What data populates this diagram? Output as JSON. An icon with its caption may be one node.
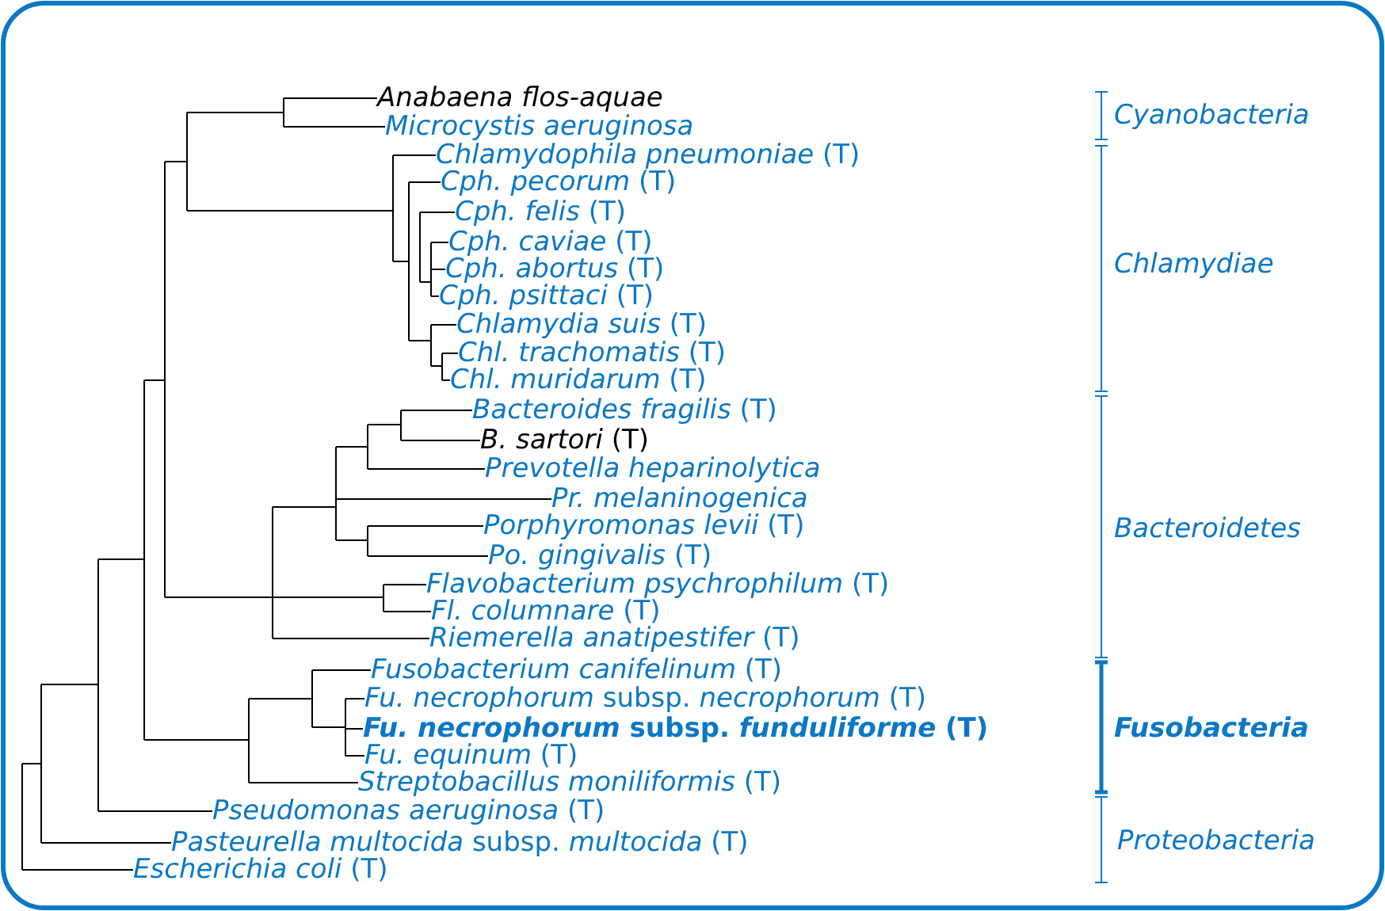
{
  "diagram": {
    "labels": [
      "*Anabaena flos-aquae*",
      "*Microcystis aeruginosa*",
      "*Chlamydophila pneumoniae* (T)",
      "*Cph. pecorum* (T)",
      "*Cph. felis* (T)",
      "*Cph. caviae* (T)",
      "*Cph. abortus* (T)",
      "*Cph. psittaci* (T)",
      "*Chlamydia suis* (T)",
      "*Chl. trachomatis* (T)",
      "*Chl. muridarum* (T)",
      "*Bacteroides fragilis* (T)",
      "*B. sartori* (T)",
      "*Prevotella heparinolytica*",
      "*Pr. melaninogenica*",
      "*Porphyromonas levii* (T)",
      "*Po. gingivalis* (T)",
      "*Flavobacterium psychrophilum* (T)",
      "*Fl. columnare* (T)",
      "*Riemerella anatipestifer* (T)",
      "*Fusobacterium canifelinum* (T)",
      "*Fu. necrophorum* subsp. *necrophorum* (T)",
      "*Fu. necrophorum* subsp. *funduliforme* (T)",
      "*Fu. equinum* (T)",
      "*Streptobacillus moniliformis* (T)",
      "*Pseudomonas aeruginosa* (T)",
      "*Pasteurella multocida* subsp. *multocida* (T)",
      "*Escherichia coli* (T)",
      "Cyanobacteria",
      "Chlamydiae",
      "Bacteroidetes",
      "Fusobacteria",
      "Proteobacteria"
    ]
  }
}
